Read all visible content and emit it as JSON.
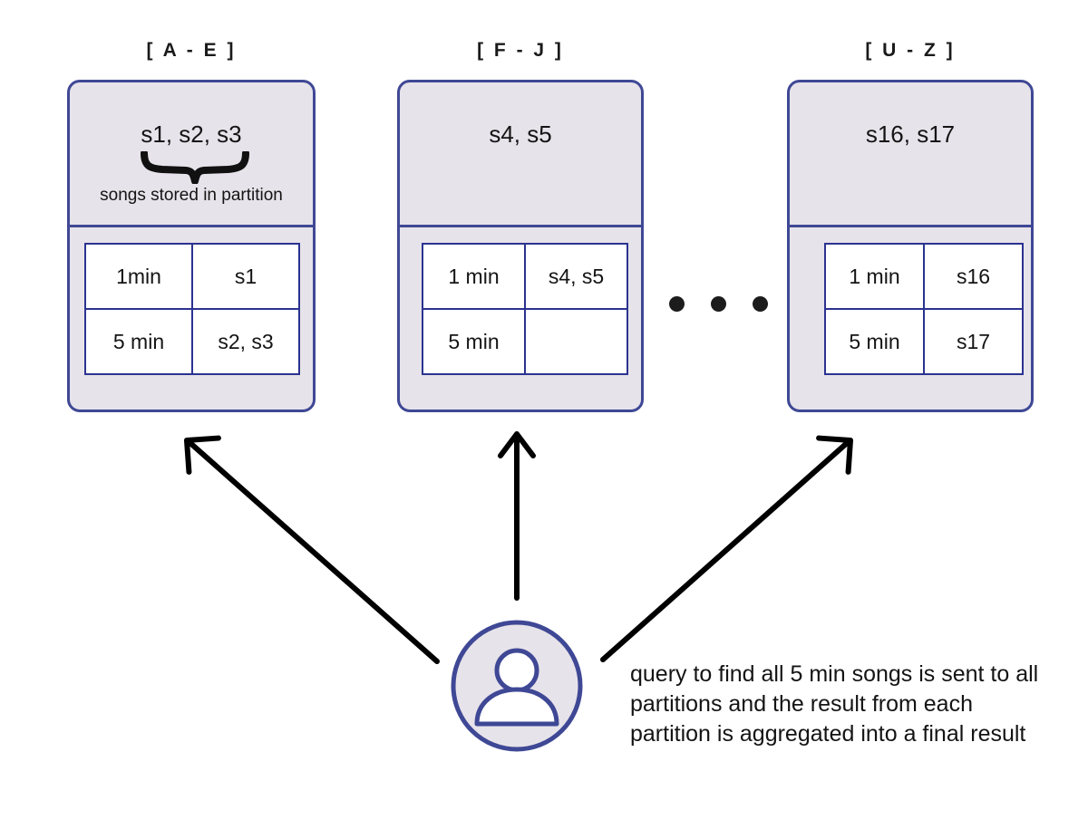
{
  "diagram": {
    "title_icon": "partition-diagram",
    "partitions": [
      {
        "title": "[ A - E ]",
        "songs": "s1, s2, s3",
        "brace_caption": "songs stored in partition",
        "has_brace": true,
        "table": {
          "rows": [
            {
              "duration": "1min",
              "songs": "s1"
            },
            {
              "duration": "5 min",
              "songs": "s2, s3"
            }
          ]
        }
      },
      {
        "title": "[ F - J ]",
        "songs": "s4, s5",
        "brace_caption": "",
        "has_brace": false,
        "table": {
          "rows": [
            {
              "duration": "1 min",
              "songs": "s4, s5"
            },
            {
              "duration": "5 min",
              "songs": ""
            }
          ]
        }
      },
      {
        "title": "[ U - Z ]",
        "songs": "s16, s17",
        "brace_caption": "",
        "has_brace": false,
        "table": {
          "rows": [
            {
              "duration": "1 min",
              "songs": "s16"
            },
            {
              "duration": "5 min",
              "songs": "s17"
            }
          ]
        }
      }
    ],
    "ellipsis": "...",
    "client": {
      "icon": "user-avatar-icon"
    },
    "caption": "query to find all 5 min songs is sent to all partitions and the result from each partition is aggregated into a final result",
    "arrows": [
      {
        "name": "arrow-client-to-partition-a-e"
      },
      {
        "name": "arrow-client-to-partition-f-j"
      },
      {
        "name": "arrow-client-to-partition-u-z"
      }
    ],
    "colors": {
      "card_border": "#3f4895",
      "card_fill": "#e7e3ea",
      "table_border": "#2b3390",
      "table_fill": "#ffffff",
      "arrow": "#000000",
      "text": "#141414"
    }
  }
}
